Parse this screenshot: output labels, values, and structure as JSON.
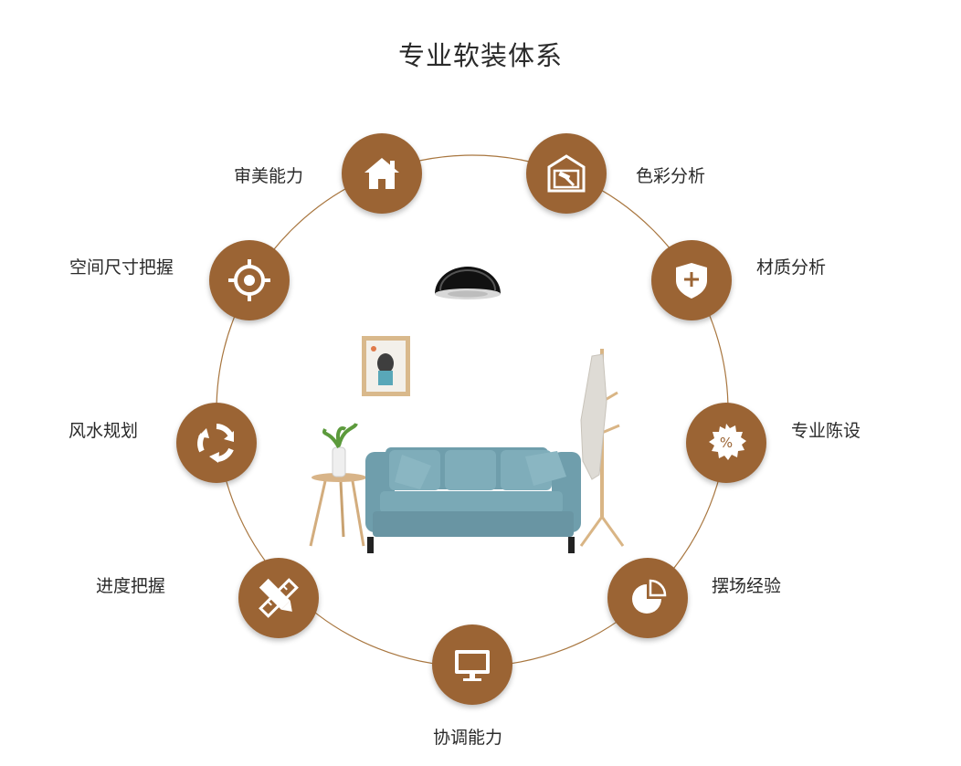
{
  "title": "专业软装体系",
  "colors": {
    "accent": "#9b6434",
    "ring": "#9b6434",
    "sofa": "#7aa6b3"
  },
  "nodes": [
    {
      "label": "审美能力",
      "icon": "house-icon"
    },
    {
      "label": "色彩分析",
      "icon": "framed-hammer-icon"
    },
    {
      "label": "材质分析",
      "icon": "shield-plus-icon"
    },
    {
      "label": "专业陈设",
      "icon": "percent-badge-icon"
    },
    {
      "label": "摆场经验",
      "icon": "pie-chart-icon"
    },
    {
      "label": "协调能力",
      "icon": "monitor-icon"
    },
    {
      "label": "进度把握",
      "icon": "pencil-ruler-icon"
    },
    {
      "label": "风水规划",
      "icon": "recycle-arrows-icon"
    },
    {
      "label": "空间尺寸把握",
      "icon": "target-icon"
    }
  ]
}
